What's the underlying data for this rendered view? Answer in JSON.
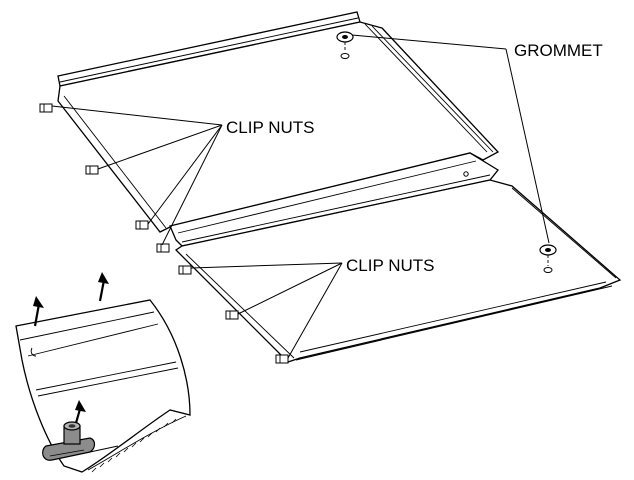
{
  "labels": {
    "grommet": "GROMMET",
    "clip_nuts_upper": "CLIP NUTS",
    "clip_nuts_lower": "CLIP NUTS"
  },
  "colors": {
    "line": "#000000",
    "clip_fill": "#8c8c8c",
    "background": "#ffffff"
  },
  "icons": [
    "arrow-up-icon",
    "clip-nut-icon",
    "grommet-icon"
  ]
}
